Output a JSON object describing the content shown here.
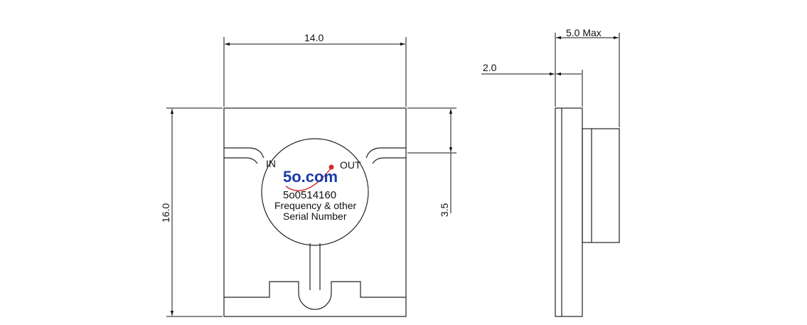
{
  "front_view": {
    "width_dim": "14.0",
    "height_dim": "16.0",
    "port_offset_dim": "3.5",
    "port_in_label": "IN",
    "port_out_label": "OUT",
    "logo": {
      "text": "5o.com",
      "color": "#1a3aa8",
      "accent": "#d42a2a"
    },
    "serial": "5o0514160",
    "freq_text": "Frequency & other",
    "serial_text": "Serial Number"
  },
  "side_view": {
    "max_dim": "5.0 Max",
    "base_dim": "2.0"
  }
}
